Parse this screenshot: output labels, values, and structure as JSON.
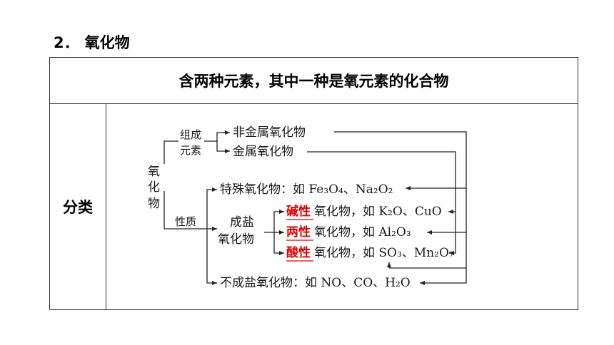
{
  "heading": {
    "number": "2．",
    "title": "氧化物"
  },
  "definition": "含两种元素，其中一种是氧元素的化合物",
  "classification_label": "分类",
  "diagram": {
    "root": [
      "氧",
      "化",
      "物"
    ],
    "branch_composition": [
      "组成",
      "元素"
    ],
    "branch_property": "性质",
    "nonmetal_oxide": "非金属氧化物",
    "metal_oxide": "金属氧化物",
    "special_oxide": "特殊氧化物：如 Fe₃O₄、Na₂O₂",
    "salt_forming": [
      "成盐",
      "氧化物"
    ],
    "basic_key": "碱性",
    "basic_rest": "氧化物，如 K₂O、CuO",
    "amphoteric_key": "两性",
    "amphoteric_rest": "氧化物，如 Al₂O₃",
    "acidic_key": "酸性",
    "acidic_rest": "氧化物，如 SO₃、Mn₂O₇",
    "non_salt_forming": "不成盐氧化物：如 NO、CO、H₂O"
  }
}
